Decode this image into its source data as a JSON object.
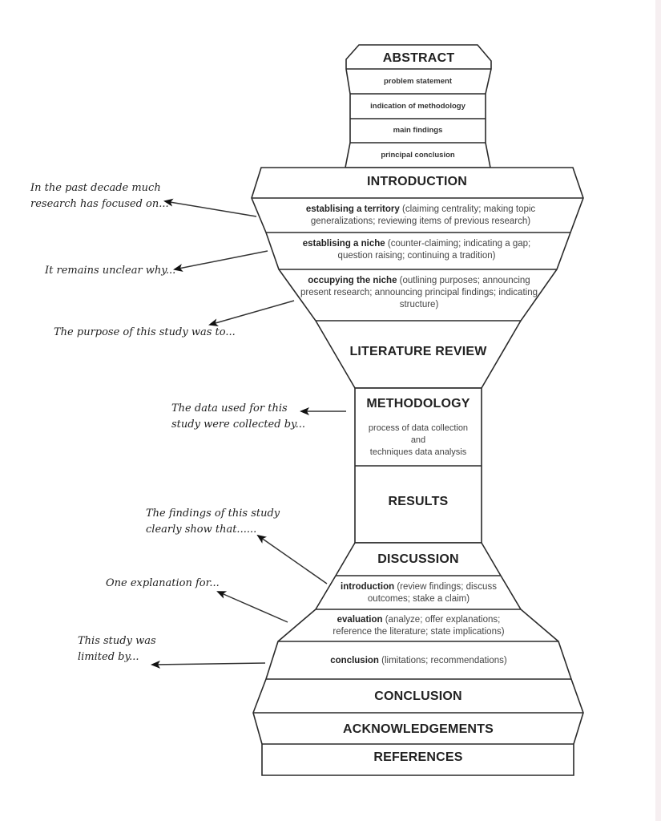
{
  "diagram": {
    "title": "Structure of a research article",
    "abstract": {
      "heading": "ABSTRACT",
      "items": [
        "problem statement",
        "indication of methodology",
        "main findings",
        "principal conclusion"
      ]
    },
    "introduction": {
      "heading": "INTRODUCTION",
      "moves": [
        {
          "bold": "establising a territory",
          "text": " (claiming centrality; making topic generalizations; reviewing items of previous research)"
        },
        {
          "bold": "establising a niche",
          "text": " (counter-claiming; indicating a gap; question raising; continuing a tradition)"
        },
        {
          "bold": "occupying the niche",
          "text": " (outlining purposes; announcing present research; announcing principal findings; indicating structure)"
        }
      ]
    },
    "literature_review": {
      "heading": "LITERATURE REVIEW"
    },
    "methodology": {
      "heading": "METHODOLOGY",
      "line1": "process of data collection",
      "line2": "and",
      "line3": "techniques data analysis"
    },
    "results": {
      "heading": "RESULTS"
    },
    "discussion": {
      "heading": "DISCUSSION",
      "moves": [
        {
          "bold": "introduction",
          "text": " (review findings; discuss outcomes; stake a claim)"
        },
        {
          "bold": "evaluation",
          "text": " (analyze; offer explanations; reference the literature; state implications)"
        },
        {
          "bold": "conclusion",
          "text": " (limitations; recommendations)"
        }
      ]
    },
    "conclusion": {
      "heading": "CONCLUSION"
    },
    "acknowledgements": {
      "heading": "ACKNOWLEDGEMENTS"
    },
    "references": {
      "heading": "REFERENCES"
    },
    "annotations": [
      {
        "line1": "In the past decade much",
        "line2": "research has focused on..."
      },
      {
        "line1": "It remains unclear why...",
        "line2": ""
      },
      {
        "line1": "The purpose of this study was to...",
        "line2": ""
      },
      {
        "line1": "The data used for this",
        "line2": "study were collected by..."
      },
      {
        "line1": "The findings of this study",
        "line2": "clearly show that......"
      },
      {
        "line1": "One explanation for...",
        "line2": ""
      },
      {
        "line1": "This study was",
        "line2": "limited by..."
      }
    ],
    "colors": {
      "stroke": "#2a2a2a",
      "background": "#ffffff",
      "side_strip": "#f6eff1"
    }
  }
}
